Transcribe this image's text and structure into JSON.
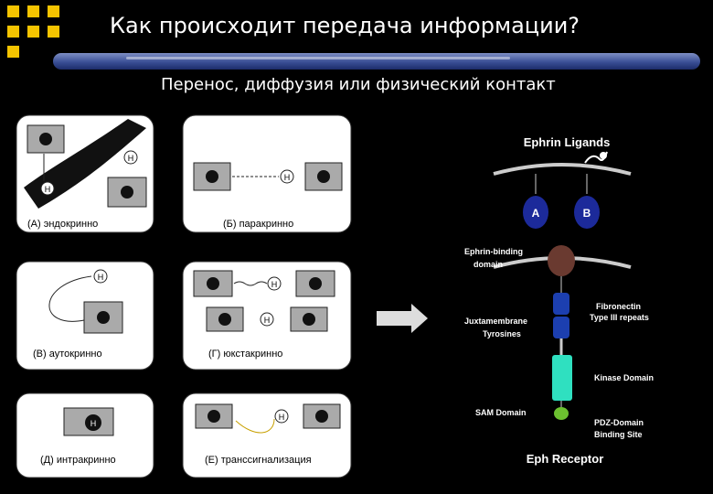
{
  "header": {
    "title": "Как происходит передача информации?",
    "subtitle": "Перенос, диффузия или физический контакт"
  },
  "signaling": {
    "hormone_label": "H",
    "panels": [
      {
        "label": "(А) эндокринно"
      },
      {
        "label": "(Б) паракринно"
      },
      {
        "label": "(В) аутокринно"
      },
      {
        "label": "(Г) юкстакринно"
      },
      {
        "label": "(Д) интракринно"
      },
      {
        "label": "(Е) трансcигнализация"
      }
    ]
  },
  "receptor": {
    "title": "Ephrin Ligands",
    "ligand_a": "A",
    "ligand_b": "B",
    "ephrin_binding": "Ephrin-binding",
    "domain": "domain",
    "fibronectin": "Fibronectin",
    "type3": "Type III repeats",
    "juxta": "Juxtamembrane",
    "tyrosines": "Tyrosines",
    "kinase": "Kinase Domain",
    "sam": "SAM Domain",
    "pdz": "PDZ-Domain",
    "binding_site": "Binding Site",
    "footer": "Eph Receptor"
  },
  "colors": {
    "accent": "#f5c400",
    "bar": "#3a4f96",
    "ligand": "#1c2a9a",
    "kinase": "#2fe0c0",
    "sam": "#6cc030"
  }
}
